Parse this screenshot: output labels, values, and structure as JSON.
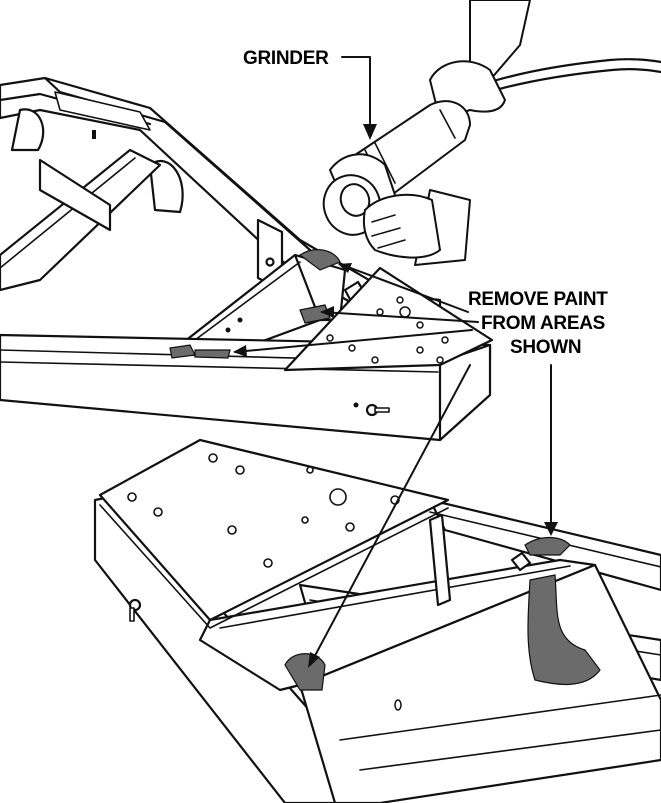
{
  "labels": {
    "grinder": "GRINDER",
    "remove_paint": [
      "REMOVE PAINT",
      "FROM AREAS",
      "SHOWN"
    ]
  },
  "colors": {
    "line": "#111111",
    "paint_area": "#6b6b6b",
    "background": "#ffffff"
  }
}
